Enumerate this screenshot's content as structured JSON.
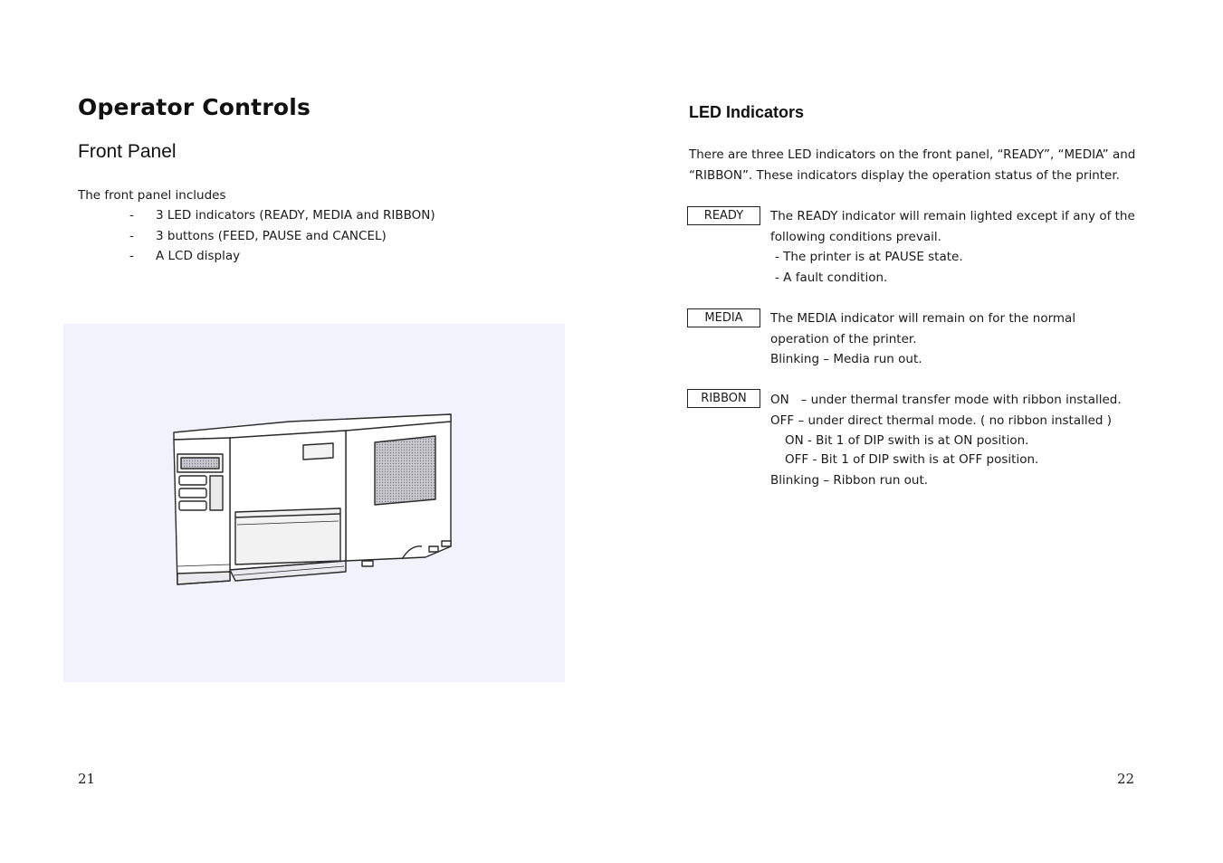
{
  "left_page": {
    "title": "Operator Controls",
    "subtitle": "Front Panel",
    "intro": "The front panel includes",
    "bullets": [
      "3 LED indicators (READY, MEDIA and RIBBON)",
      "3 buttons (FEED, PAUSE and CANCEL)",
      "A LCD display"
    ],
    "bullet_marker": "-",
    "figure_icon": "printer-illustration",
    "page_number": "21"
  },
  "right_page": {
    "title": "LED Indicators",
    "lead": [
      "There are three LED indicators on the front panel, “READY”, “MEDIA” and",
      "“RIBBON”. These indicators display the operation status of the printer."
    ],
    "indicators": [
      {
        "label": "READY",
        "lines": [
          "The READY indicator will remain lighted except if any of the",
          "following conditions prevail.",
          " - The printer is at PAUSE state.",
          " - A fault condition."
        ]
      },
      {
        "label": "MEDIA",
        "lines": [
          "The MEDIA indicator will remain on for the normal",
          "operation of the printer.",
          "Blinking – Media run out."
        ]
      },
      {
        "label": "RIBBON",
        "lines": [
          "ON   – under thermal transfer mode with ribbon installed.",
          "OFF – under direct thermal mode. ( no ribbon installed )",
          "ON - Bit 1 of DIP swith is at ON position.",
          "OFF - Bit 1 of DIP swith is at OFF position.",
          "Blinking – Ribbon run out."
        ]
      }
    ],
    "page_number": "22"
  }
}
